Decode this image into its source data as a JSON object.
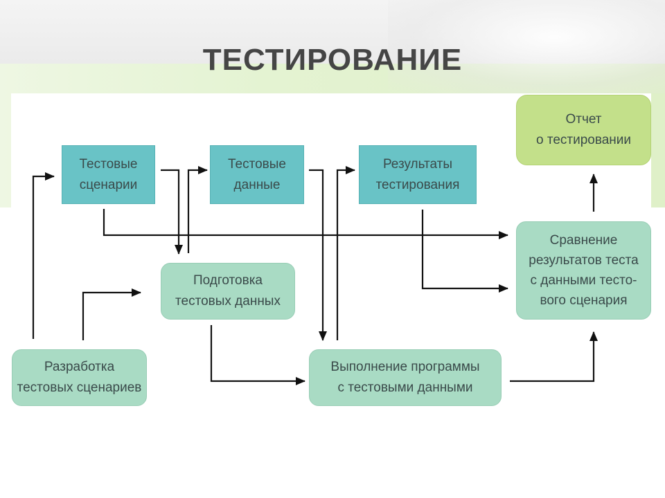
{
  "title": "ТЕСТИРОВАНИЕ",
  "nodes": {
    "test_scenarios": "Тестовые\nсценарии",
    "test_data": "Тестовые\nданные",
    "test_results": "Результаты\nтестирования",
    "test_report": "Отчет\nо тестировании",
    "prepare_test_data": "Подготовка\nтестовых данных",
    "develop_test_scenarios": "Разработка\nтестовых сценариев",
    "run_program": "Выполнение программы\nс тестовыми данными",
    "compare_results": "Сравнение\nрезультатов теста\nс данными тесто-\nвого сценария"
  },
  "colors": {
    "title": "#454545",
    "teal_box": "#69c3c6",
    "mint_box": "#a9dbc4",
    "lime_box": "#c3e08a",
    "arrow": "#111111"
  }
}
